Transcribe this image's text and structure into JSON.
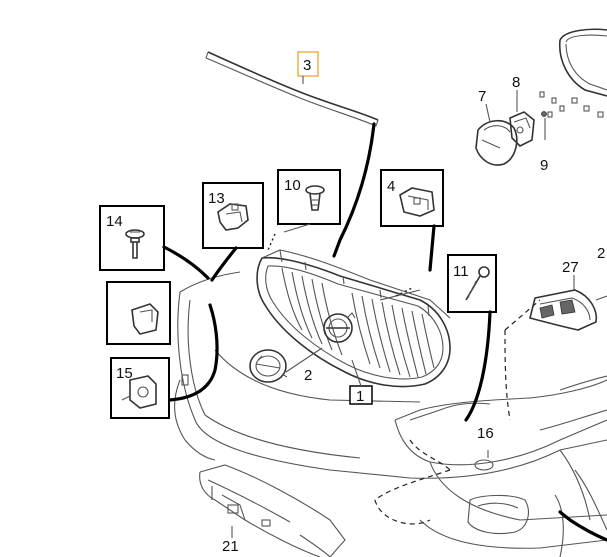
{
  "callouts": {
    "c1": "1",
    "c2": "2",
    "c3": "3",
    "c4": "4",
    "c7": "7",
    "c8": "8",
    "c9": "9",
    "c10": "10",
    "c11": "11",
    "c13": "13",
    "c14": "14",
    "c15": "15",
    "c16": "16",
    "c21": "21",
    "c27": "27",
    "c2r": "2"
  },
  "colors": {
    "line": "#000000",
    "highlight": "#e5a534",
    "background": "#ffffff"
  }
}
